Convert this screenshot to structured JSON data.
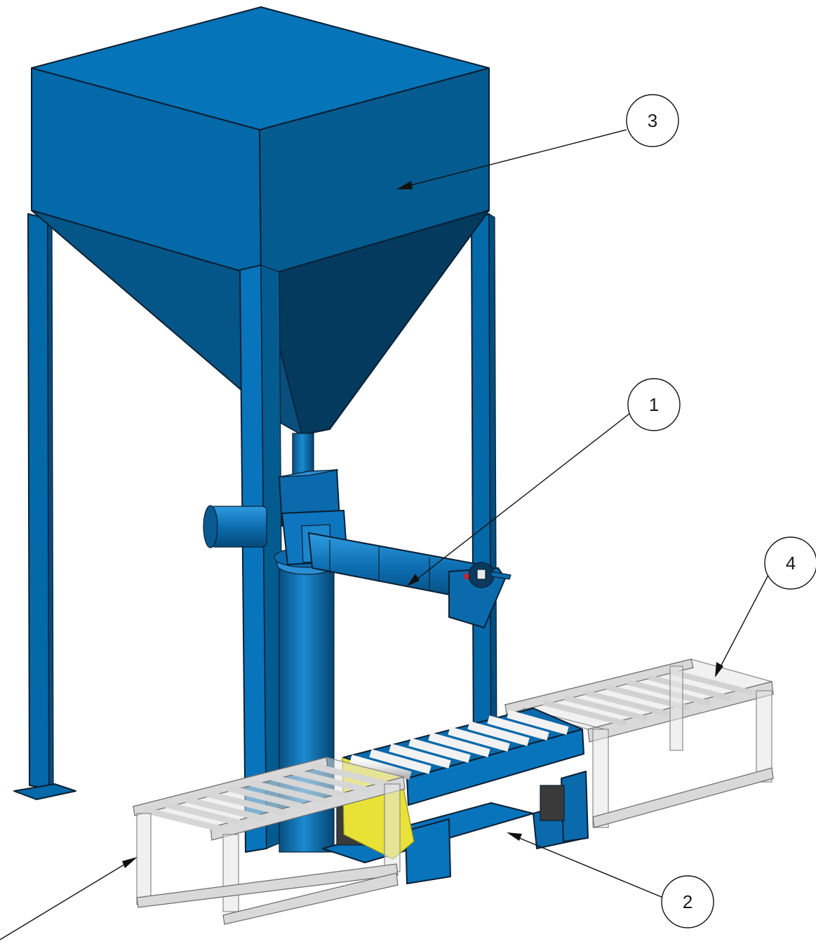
{
  "callouts": [
    {
      "id": "1",
      "label": "1"
    },
    {
      "id": "2",
      "label": "2"
    },
    {
      "id": "3",
      "label": "3"
    },
    {
      "id": "4",
      "label": "4"
    },
    {
      "id": "5",
      "label": ""
    }
  ],
  "colors": {
    "steel_blue_front": "#0369a8",
    "steel_blue_side": "#045b8f",
    "steel_blue_dark": "#033d63",
    "accent_yellow": "#e8e236",
    "conveyor_grey": "#d9d9d9"
  }
}
